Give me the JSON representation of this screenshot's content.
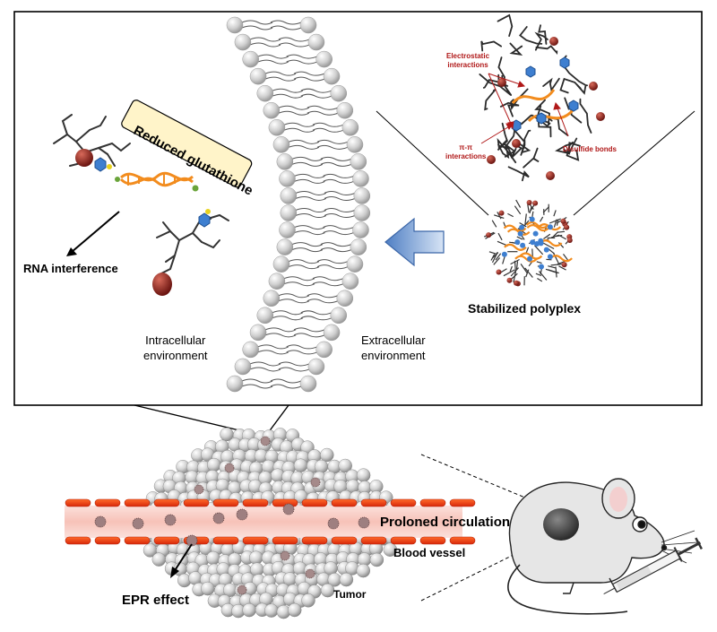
{
  "labels": {
    "reduced_glutathione": "Reduced glutathione",
    "rna_interference": "RNA interference",
    "intracellular": "Intracellular\nenvironment",
    "extracellular": "Extracellular\nenvironment",
    "stabilized_polyplex": "Stabilized polyplex",
    "electrostatic": "Electrostatic\ninteractions",
    "pi_pi": "π-π\ninteractions",
    "disulfide": "Disulfide bonds",
    "prolonged_circulation": "Proloned circulation",
    "blood_vessel": "Blood vessel",
    "epr_effect": "EPR effect",
    "tumor": "Tumor"
  },
  "colors": {
    "vessel_wall": "#f04a10",
    "vessel_fill": "#fbd6d0",
    "arrow_blue": "#4f7fc4",
    "label_box": "#fff4c9",
    "dna_orange": "#f28c1e",
    "sphere_grey": "#d8d8d8",
    "mouse_grey": "#e6e6e6",
    "interaction_red": "#b01818"
  },
  "icons": [
    "lipid-bilayer-membrane",
    "dna-helix-icon",
    "polyplex-icon",
    "mouse-icon",
    "syringe-icon",
    "tumor-cluster-icon"
  ]
}
